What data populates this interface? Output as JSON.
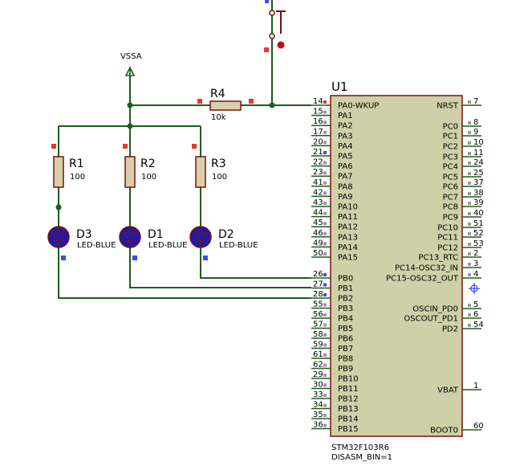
{
  "colors": {
    "background": "#ffffff",
    "wire": "#1c5e1c",
    "component_outline": "#7a1010",
    "resistor_fill": "#d8d0a8",
    "chip_fill": "#cfd0a8",
    "led_fill": "#1a1ab0",
    "pin_marker_red": "#e8382e",
    "pin_marker_blue": "#3a4aff",
    "pin_marker_gray": "#9a9a9a"
  },
  "power": {
    "label": "VSSA"
  },
  "chip": {
    "ref": "U1",
    "part": "STM32F103R6",
    "property": "DISASM_BIN=1",
    "left_pins": [
      {
        "num": "14",
        "name": "PA0-WKUP"
      },
      {
        "num": "15",
        "name": "PA1"
      },
      {
        "num": "16",
        "name": "PA2"
      },
      {
        "num": "17",
        "name": "PA3"
      },
      {
        "num": "20",
        "name": "PA4"
      },
      {
        "num": "21",
        "name": "PA5"
      },
      {
        "num": "22",
        "name": "PA6"
      },
      {
        "num": "23",
        "name": "PA7"
      },
      {
        "num": "41",
        "name": "PA8"
      },
      {
        "num": "42",
        "name": "PA9"
      },
      {
        "num": "43",
        "name": "PA10"
      },
      {
        "num": "44",
        "name": "PA11"
      },
      {
        "num": "45",
        "name": "PA12"
      },
      {
        "num": "46",
        "name": "PA13"
      },
      {
        "num": "49",
        "name": "PA14"
      },
      {
        "num": "50",
        "name": "PA15"
      },
      {
        "num": "26",
        "name": "PB0"
      },
      {
        "num": "27",
        "name": "PB1"
      },
      {
        "num": "28",
        "name": "PB2"
      },
      {
        "num": "55",
        "name": "PB3"
      },
      {
        "num": "56",
        "name": "PB4"
      },
      {
        "num": "57",
        "name": "PB5"
      },
      {
        "num": "58",
        "name": "PB6"
      },
      {
        "num": "59",
        "name": "PB7"
      },
      {
        "num": "61",
        "name": "PB8"
      },
      {
        "num": "62",
        "name": "PB9"
      },
      {
        "num": "29",
        "name": "PB10"
      },
      {
        "num": "30",
        "name": "PB11"
      },
      {
        "num": "33",
        "name": "PB12"
      },
      {
        "num": "34",
        "name": "PB13"
      },
      {
        "num": "35",
        "name": "PB14"
      },
      {
        "num": "36",
        "name": "PB15"
      }
    ],
    "right_pins": [
      {
        "num": "7",
        "name": "NRST"
      },
      {
        "num": "8",
        "name": "PC0"
      },
      {
        "num": "9",
        "name": "PC1"
      },
      {
        "num": "10",
        "name": "PC2"
      },
      {
        "num": "11",
        "name": "PC3"
      },
      {
        "num": "24",
        "name": "PC4"
      },
      {
        "num": "25",
        "name": "PC5"
      },
      {
        "num": "37",
        "name": "PC6"
      },
      {
        "num": "38",
        "name": "PC7"
      },
      {
        "num": "39",
        "name": "PC8"
      },
      {
        "num": "40",
        "name": "PC9"
      },
      {
        "num": "51",
        "name": "PC10"
      },
      {
        "num": "52",
        "name": "PC11"
      },
      {
        "num": "53",
        "name": "PC12"
      },
      {
        "num": "2",
        "name": "PC13_RTC"
      },
      {
        "num": "3",
        "name": "PC14-OSC32_IN"
      },
      {
        "num": "4",
        "name": "PC15-OSC32_OUT"
      },
      {
        "num": "5",
        "name": "OSCIN_PD0"
      },
      {
        "num": "6",
        "name": "OSCOUT_PD1"
      },
      {
        "num": "54",
        "name": "PD2"
      },
      {
        "num": "1",
        "name": "VBAT"
      },
      {
        "num": "60",
        "name": "BOOT0"
      }
    ]
  },
  "resistors": [
    {
      "ref": "R1",
      "value": "100"
    },
    {
      "ref": "R2",
      "value": "100"
    },
    {
      "ref": "R3",
      "value": "100"
    },
    {
      "ref": "R4",
      "value": "10k"
    }
  ],
  "leds": [
    {
      "ref": "D3",
      "value": "LED-BLUE"
    },
    {
      "ref": "D1",
      "value": "LED-BLUE"
    },
    {
      "ref": "D2",
      "value": "LED-BLUE"
    }
  ]
}
